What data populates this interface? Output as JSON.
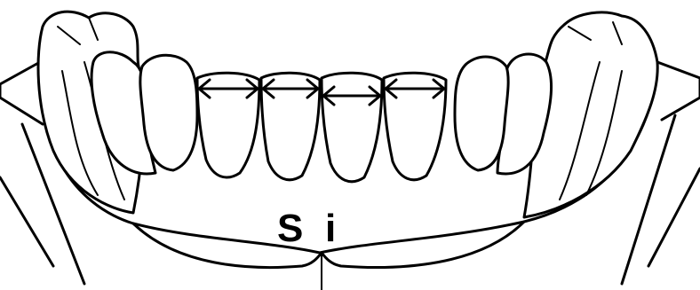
{
  "figure": {
    "label_s": "S",
    "label_i": "i",
    "ink_color": "#000000",
    "background_color": "#ffffff",
    "contact_arrows": 4,
    "icons": [
      "double-headed-arrow-icon"
    ]
  }
}
